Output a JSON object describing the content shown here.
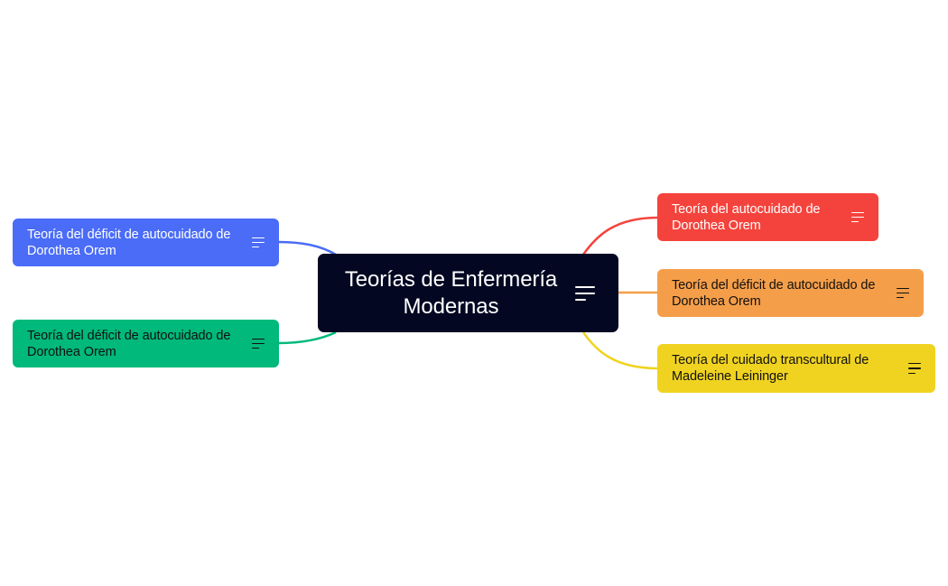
{
  "central": {
    "title": "Teorías de Enfermería Modernas",
    "icon": "notes-icon"
  },
  "branches": [
    {
      "id": "right-1",
      "label": "Teoría del autocuidado de Dorothea Orem",
      "color": "#f4433c",
      "text_color": "#ffffff",
      "line_color": "#f4433c",
      "icon": "notes-icon"
    },
    {
      "id": "right-2",
      "label": "Teoría del déficit de autocuidado de Dorothea Orem",
      "color": "#f59e49",
      "text_color": "#111111",
      "line_color": "#f59e49",
      "icon": "notes-icon"
    },
    {
      "id": "right-3",
      "label": "Teoría del cuidado transcultural de Madeleine Leininger",
      "color": "#f0d321",
      "text_color": "#111111",
      "line_color": "#f0d321",
      "icon": "notes-icon"
    },
    {
      "id": "left-1",
      "label": "Teoría del déficit de autocuidado de Dorothea Orem",
      "color": "#4a6cf7",
      "text_color": "#ffffff",
      "line_color": "#4a6cf7",
      "icon": "notes-icon"
    },
    {
      "id": "left-2",
      "label": "Teoría del déficit de autocuidado de Dorothea Orem",
      "color": "#00b97a",
      "text_color": "#111111",
      "line_color": "#00b97a",
      "icon": "notes-icon"
    }
  ]
}
